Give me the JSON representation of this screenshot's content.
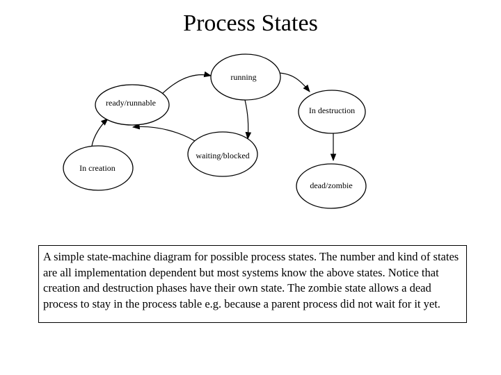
{
  "title": "Process States",
  "states": {
    "running": "running",
    "ready": "ready/runnable",
    "destruction": "In destruction",
    "waiting": "waiting/blocked",
    "creation": "In creation",
    "dead": "dead/zombie"
  },
  "caption": "A simple state-machine diagram for possible process states. The number and kind of states are all implementation dependent but most systems know the above states. Notice that creation and destruction phases have their own state. The zombie state allows a dead process to stay in the process table e.g. because a parent process did not wait for it yet."
}
